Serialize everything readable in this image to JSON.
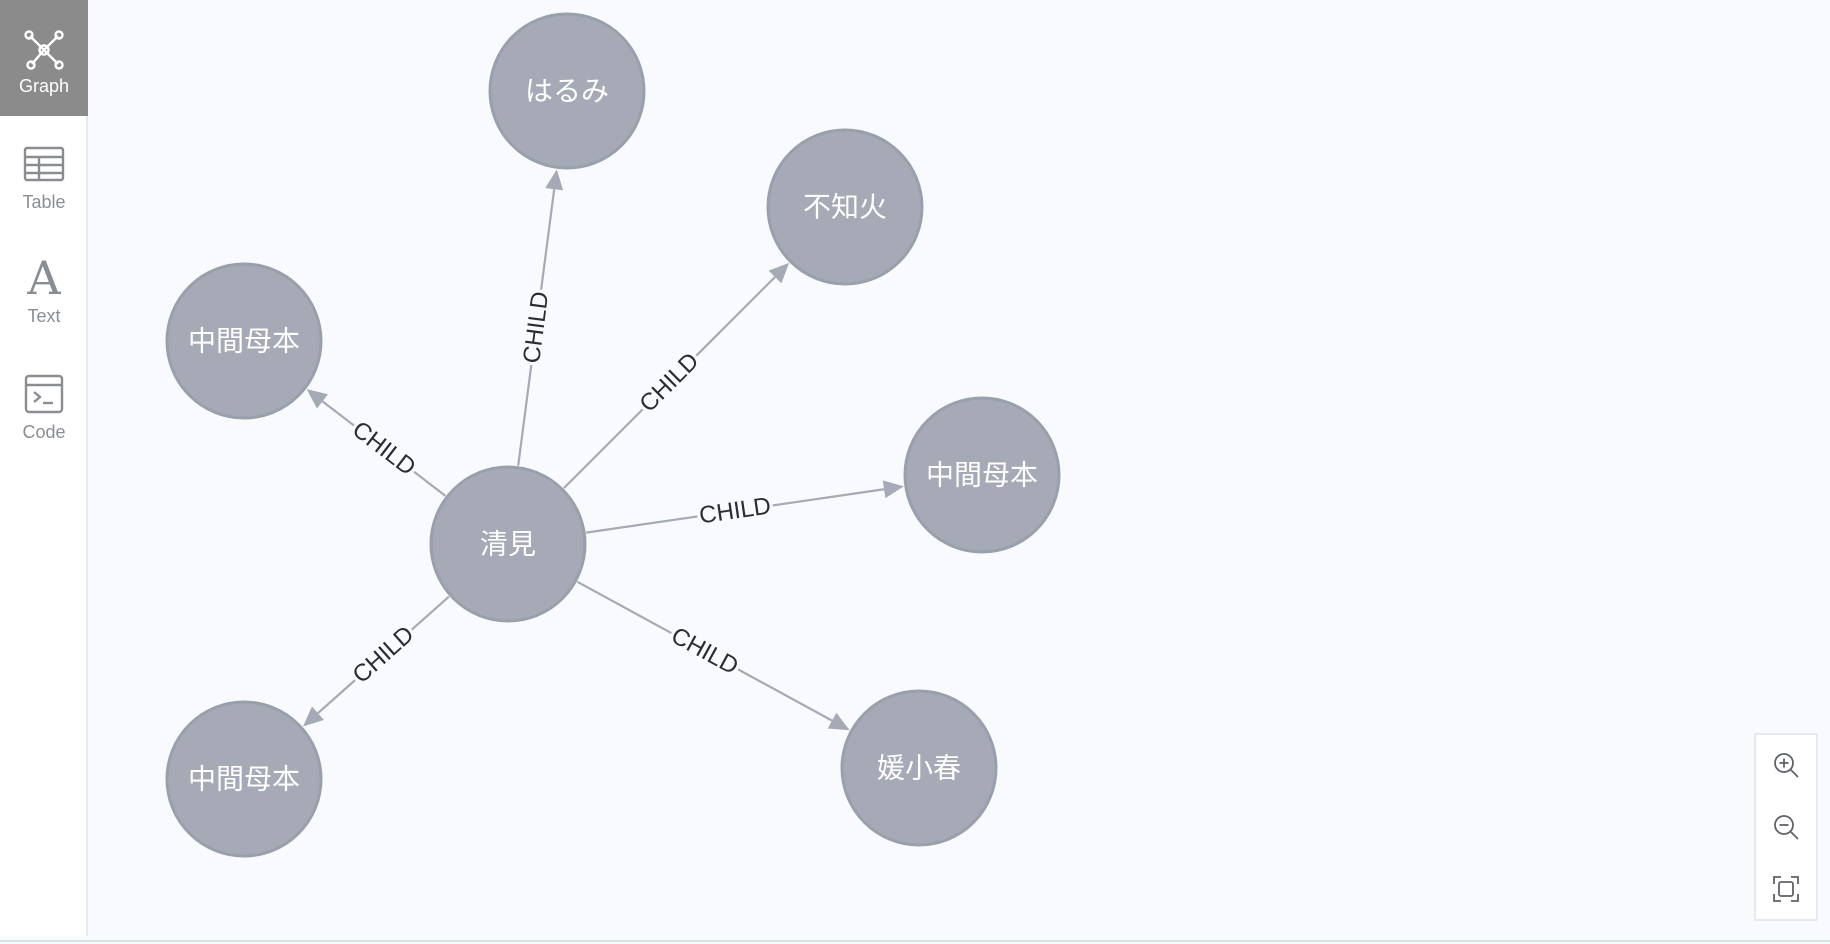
{
  "sidebar": {
    "items": [
      {
        "label": "Graph",
        "icon": "graph-icon",
        "active": true
      },
      {
        "label": "Table",
        "icon": "table-icon",
        "active": false
      },
      {
        "label": "Text",
        "icon": "text-icon",
        "glyph": "A",
        "active": false
      },
      {
        "label": "Code",
        "icon": "code-icon",
        "active": false
      }
    ]
  },
  "graph": {
    "node_color": "#a5aab6",
    "edge_color": "#a5aab6",
    "nodes": [
      {
        "id": "center",
        "label": "清見"
      },
      {
        "id": "n1",
        "label": "はるみ"
      },
      {
        "id": "n2",
        "label": "不知火"
      },
      {
        "id": "n3",
        "label": "中間母本"
      },
      {
        "id": "n4",
        "label": "中間母本"
      },
      {
        "id": "n5",
        "label": "中間母本"
      },
      {
        "id": "n6",
        "label": "媛小春"
      }
    ],
    "edges": [
      {
        "from": "center",
        "to": "n1",
        "label": "CHILD"
      },
      {
        "from": "center",
        "to": "n2",
        "label": "CHILD"
      },
      {
        "from": "center",
        "to": "n3",
        "label": "CHILD"
      },
      {
        "from": "center",
        "to": "n4",
        "label": "CHILD"
      },
      {
        "from": "center",
        "to": "n5",
        "label": "CHILD"
      },
      {
        "from": "center",
        "to": "n6",
        "label": "CHILD"
      }
    ]
  },
  "zoom_controls": [
    {
      "icon": "zoom-in-icon"
    },
    {
      "icon": "zoom-out-icon"
    },
    {
      "icon": "fit-to-screen-icon"
    }
  ]
}
